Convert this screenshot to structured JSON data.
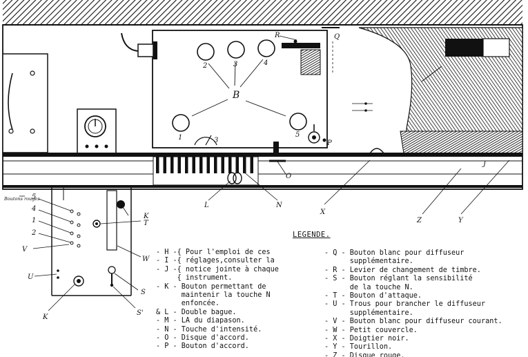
{
  "callouts": {
    "B": "B",
    "K": "K",
    "T": "T",
    "S": "S",
    "S_prime": "S'",
    "W": "W",
    "V": "V",
    "U": "U",
    "L": "L",
    "N": "N",
    "O": "O",
    "X": "X",
    "Z": "Z",
    "Y": "Y",
    "J": "J",
    "R": "R",
    "Q": "Q",
    "P": "P",
    "knob_numbers": [
      "1",
      "2",
      "3",
      "4",
      "5"
    ],
    "side_note": "Boutons rouges"
  },
  "legend": {
    "title": "LEGENDE.",
    "left": [
      "- H -{ Pour l'emploi de ces",
      "- I -{ réglages,consulter la",
      "- J -{ notice jointe à chaque",
      "     { instrument.",
      "- K - Bouton permettant de",
      "      maintenir la touche N",
      "      enfoncée.",
      "& L - Double bague.",
      "- M - LA du diapason.",
      "- N - Touche d'intensité.",
      "- O - Disque d'accord.",
      "- P - Bouton d'accord."
    ],
    "right": [
      "- Q - Bouton blanc pour diffuseur",
      "      supplémentaire.",
      "- R - Levier de changement de timbre.",
      "- S - Bouton réglant la sensibilité",
      "      de la touche N.",
      "- T - Bouton d'attaque.",
      "- U - Trous pour brancher le diffuseur",
      "      supplémentaire.",
      "- V - Bouton blanc pour diffuseur courant.",
      "- W - Petit couvercle.",
      "- X - Doigtier noir.",
      "- Y - Tourillon.",
      "- Z - Disque rouge."
    ]
  },
  "colors": {
    "ink": "#111111",
    "paper": "#ffffff"
  }
}
